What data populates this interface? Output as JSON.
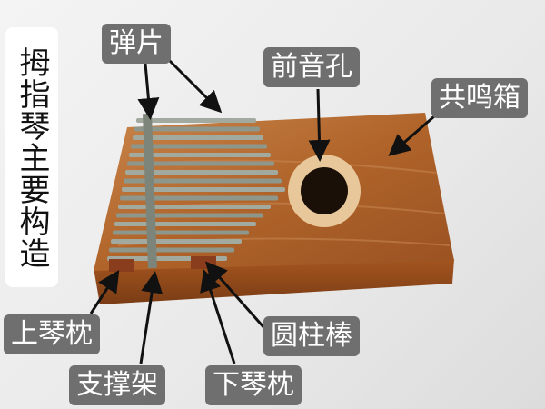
{
  "title": "拇指琴主要构造",
  "labels": {
    "tines": "弹片",
    "sound_hole": "前音孔",
    "resonator": "共鸣箱",
    "upper_bridge": "上琴枕",
    "support": "支撑架",
    "rod": "圆柱棒",
    "lower_bridge": "下琴枕"
  },
  "colors": {
    "label_bg": "#6f6f6f",
    "label_text": "#ffffff",
    "wood": "#b0642a"
  }
}
